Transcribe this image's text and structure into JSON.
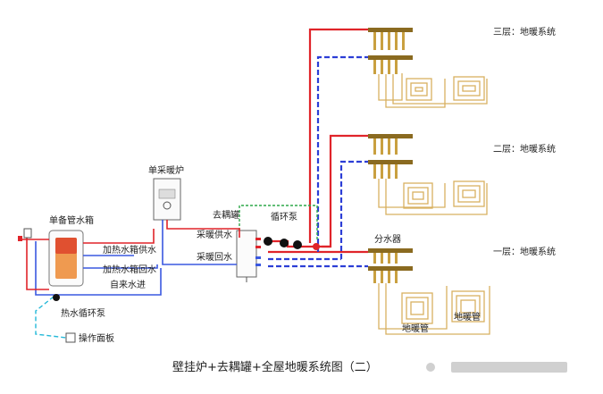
{
  "labels": {
    "floor3": "三层：地暖系统",
    "floor2": "二层：地暖系统",
    "floor1": "一层：地暖系统",
    "boiler": "单采暖炉",
    "tank": "单备管水箱",
    "decoupler": "去耦罐",
    "pump_circ": "循环泵",
    "heat_supply": "采暖供水",
    "heat_return": "采暖回水",
    "tank_supply": "加热水箱供水",
    "tank_return": "加热水箱回水",
    "tap_in": "自来水进",
    "hot_pump": "热水循环泵",
    "panel": "操作面板",
    "manifold": "分水器",
    "floor_pipe_a": "地暖管",
    "floor_pipe_b": "地暖管"
  },
  "caption": "壁挂炉+去耦罐+全屋地暖系统图（二）",
  "colors": {
    "supply": "#e0242a",
    "return": "#2c3ed6",
    "tap": "#22b8d8",
    "control": "#2fa84a"
  }
}
